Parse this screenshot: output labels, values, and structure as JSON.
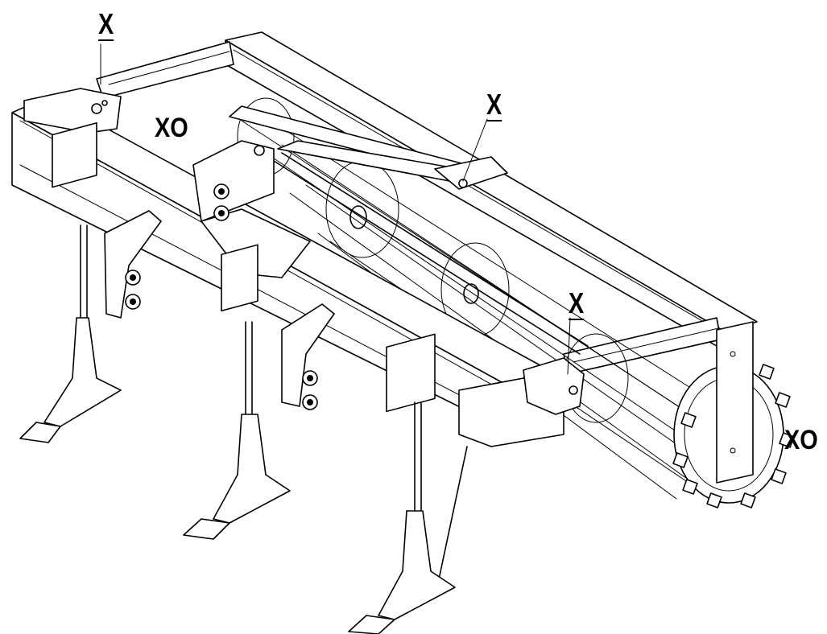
{
  "labels": {
    "top_left_x": "X",
    "top_right_x": "X",
    "center_x": "X",
    "left_xo": "XO",
    "right_xo": "XO"
  }
}
